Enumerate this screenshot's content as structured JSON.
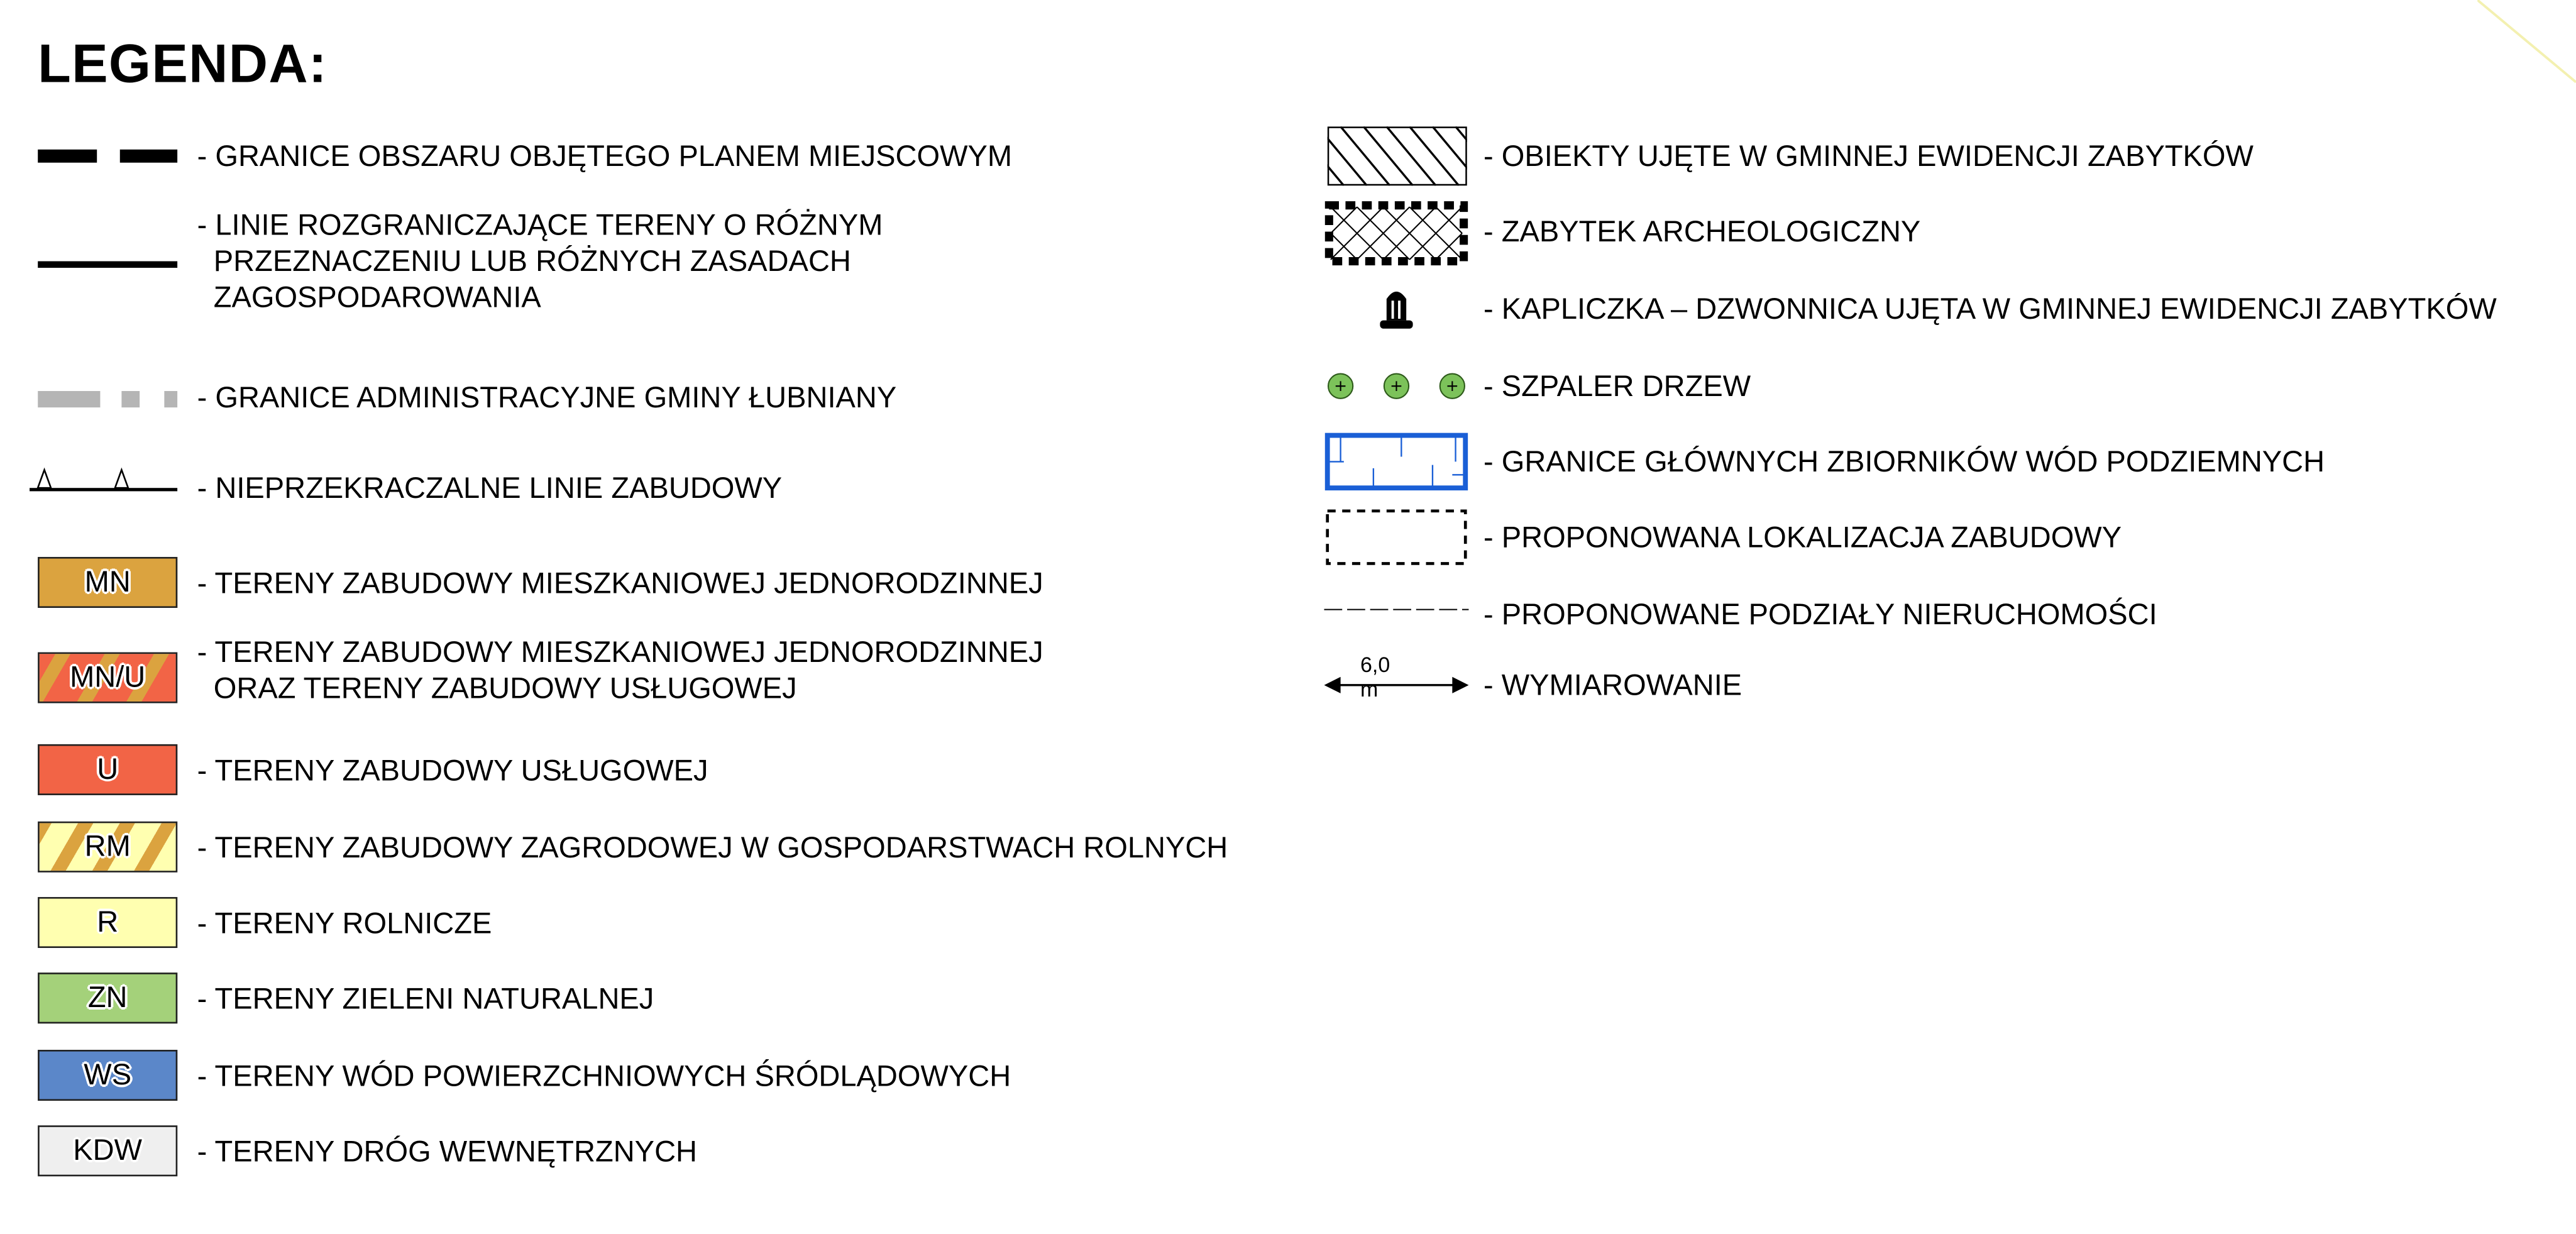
{
  "title": "LEGENDA:",
  "colors": {
    "MN": "#dba33f",
    "U": "#f26446",
    "R": "#ffffb0",
    "ZN": "#a4d17a",
    "WS": "#5b87c9",
    "KDW": "#efefef",
    "tree": "#7cc25a",
    "aquifer": "#1a5fd6",
    "admin": "#b5b5b5"
  },
  "left": [
    {
      "symbol": "thick-dashed-line-icon",
      "text": "- GRANICE OBSZARU OBJĘTEGO PLANEM MIEJSCOWYM"
    },
    {
      "symbol": "solid-line-icon",
      "text": "- LINIE ROZGRANICZAJĄCE TERENY O RÓŻNYM\n  PRZEZNACZENIU LUB RÓŻNYCH ZASADACH\n  ZAGOSPODAROWANIA"
    },
    {
      "symbol": "grey-dashed-line-icon",
      "text": "- GRANICE ADMINISTRACYJNE GMINY ŁUBNIANY"
    },
    {
      "symbol": "triangle-line-icon",
      "text": "- NIEPRZEKRACZALNE LINIE ZABUDOWY"
    },
    {
      "code": "MN",
      "text": "- TERENY ZABUDOWY MIESZKANIOWEJ JEDNORODZINNEJ"
    },
    {
      "code": "MN/U",
      "text": "- TERENY ZABUDOWY MIESZKANIOWEJ JEDNORODZINNEJ\n  ORAZ TERENY ZABUDOWY USŁUGOWEJ"
    },
    {
      "code": "U",
      "text": "- TERENY ZABUDOWY USŁUGOWEJ"
    },
    {
      "code": "RM",
      "text": "- TERENY ZABUDOWY ZAGRODOWEJ W GOSPODARSTWACH ROLNYCH"
    },
    {
      "code": "R",
      "text": "- TERENY ROLNICZE"
    },
    {
      "code": "ZN",
      "text": "- TERENY ZIELENI NATURALNEJ"
    },
    {
      "code": "WS",
      "text": "- TERENY WÓD POWIERZCHNIOWYCH ŚRÓDLĄDOWYCH"
    },
    {
      "code": "KDW",
      "text": "- TERENY DRÓG WEWNĘTRZNYCH"
    }
  ],
  "right": [
    {
      "symbol": "hatch-icon",
      "text": "- OBIEKTY UJĘTE W GMINNEJ EWIDENCJI ZABYTKÓW"
    },
    {
      "symbol": "archaeology-icon",
      "text": "- ZABYTEK ARCHEOLOGICZNY"
    },
    {
      "symbol": "chapel-icon",
      "text": "- KAPLICZKA – DZWONNICA UJĘTA W GMINNEJ EWIDENCJI ZABYTKÓW"
    },
    {
      "symbol": "tree-row-icon",
      "text": "- SZPALER DRZEW"
    },
    {
      "symbol": "aquifer-icon",
      "text": "- GRANICE GŁÓWNYCH ZBIORNIKÓW WÓD PODZIEMNYCH"
    },
    {
      "symbol": "proposed-building-icon",
      "text": "- PROPONOWANA LOKALIZACJA ZABUDOWY"
    },
    {
      "symbol": "thin-dashed-line-icon",
      "text": "- PROPONOWANE PODZIAŁY NIERUCHOMOŚCI"
    },
    {
      "symbol": "dimension-arrow-icon",
      "label": "6,0 m",
      "text": "- WYMIAROWANIE"
    }
  ]
}
